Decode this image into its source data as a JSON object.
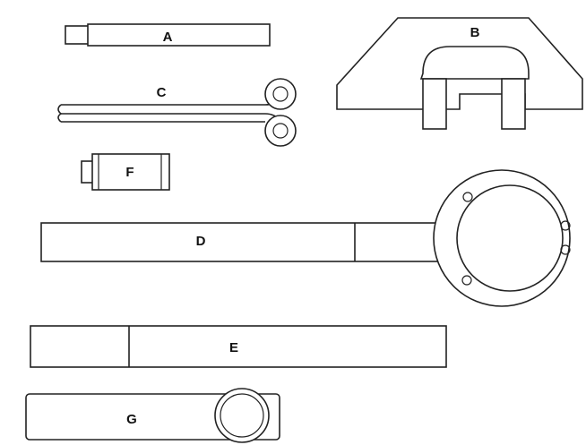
{
  "tools": {
    "a": {
      "label": "A"
    },
    "b": {
      "label": "B"
    },
    "c": {
      "label": "C"
    },
    "d": {
      "label": "D"
    },
    "e": {
      "label": "E"
    },
    "f": {
      "label": "F"
    },
    "g": {
      "label": "G"
    }
  },
  "colors": {
    "stroke": "#222222",
    "background": "#ffffff"
  }
}
